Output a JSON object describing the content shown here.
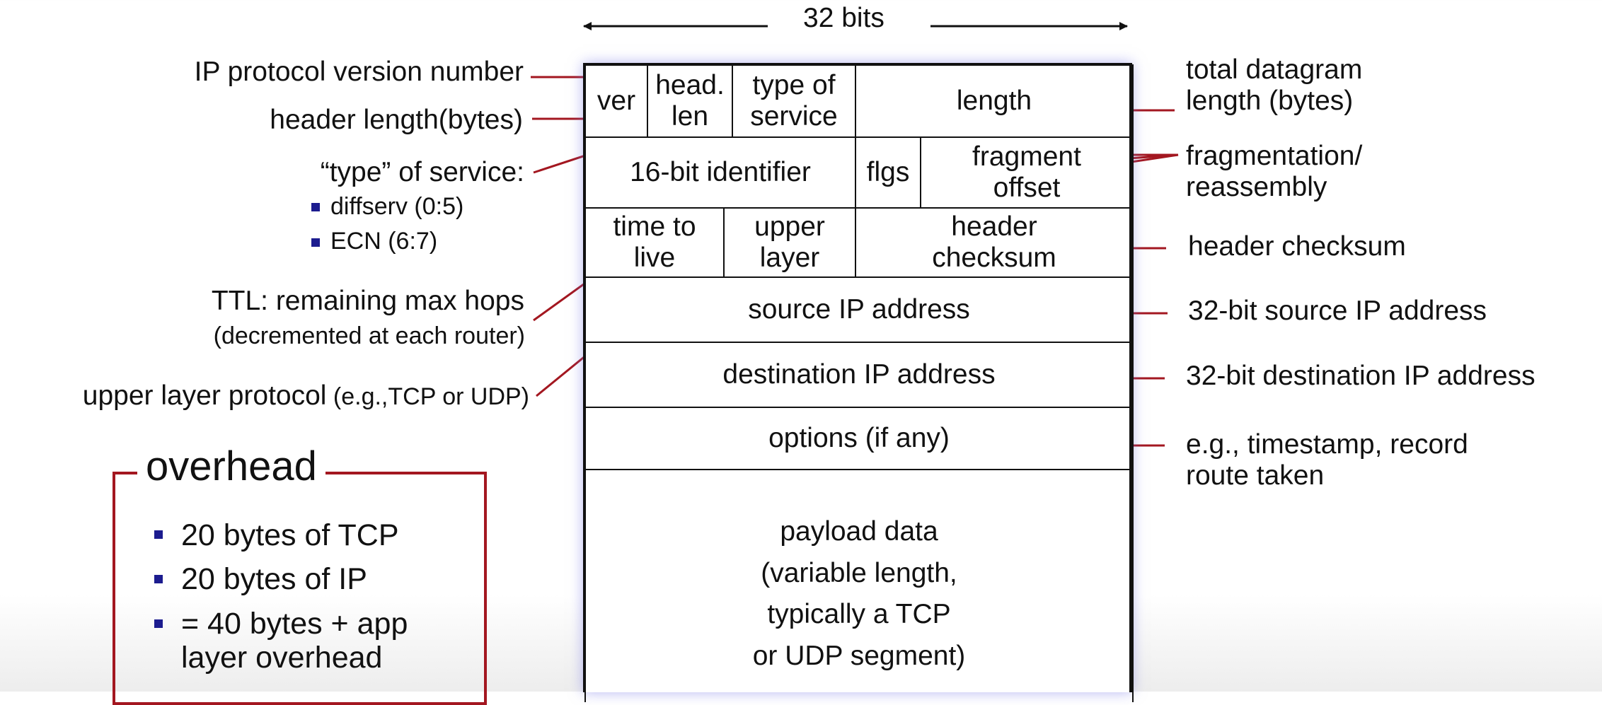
{
  "width_label": "32 bits",
  "fields": {
    "ver": "ver",
    "head_len": "head.\nlen",
    "type_of_service": "type of\nservice",
    "length": "length",
    "identifier": "16-bit identifier",
    "flags": "flgs",
    "fragment_offset": "fragment\noffset",
    "ttl": "time to\nlive",
    "upper_layer": "upper\nlayer",
    "header_checksum": "header\nchecksum",
    "source_ip": "source IP address",
    "destination_ip": "destination IP address",
    "options": "options (if any)",
    "payload": "payload data\n(variable length,\ntypically a TCP\nor UDP segment)"
  },
  "left_annotations": {
    "ip_version": "IP protocol version number",
    "header_length": "header length(bytes)",
    "type_of_service": "“type” of service:",
    "tos_items": [
      "diffserv (0:5)",
      "ECN (6:7)"
    ],
    "ttl_line1": "TTL: remaining  max hops",
    "ttl_line2": "(decremented at each router)",
    "upper_layer_main": "upper layer protocol",
    "upper_layer_example": " (e.g.,TCP or UDP)"
  },
  "right_annotations": {
    "total_length": "total datagram\nlength (bytes)",
    "fragmentation": "fragmentation/\nreassembly",
    "header_checksum": "header checksum",
    "source_ip": "32-bit source IP address",
    "destination_ip": "32-bit destination IP address",
    "options": "e.g., timestamp, record\nroute taken"
  },
  "overhead": {
    "title": "overhead",
    "items": [
      "20 bytes of TCP",
      "20 bytes of IP",
      "= 40 bytes + app\nlayer overhead"
    ]
  },
  "colors": {
    "leader_lines": "#a31720",
    "bullets": "#1c1c8f",
    "borders": "#111111"
  }
}
